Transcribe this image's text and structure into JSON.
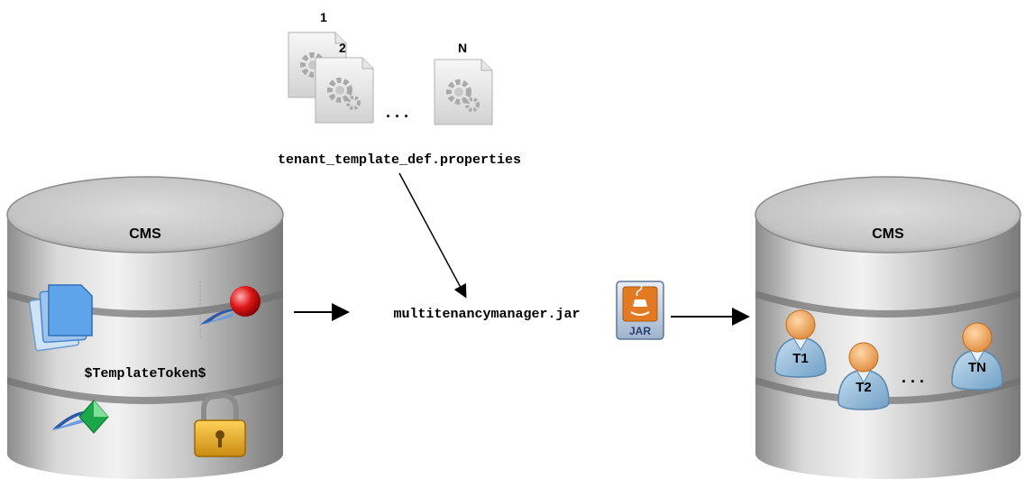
{
  "template_files": {
    "label_1": "1",
    "label_2": "2",
    "label_n": "N",
    "ellipsis": ". . .",
    "filename": "tenant_template_def.properties",
    "icon": "gear-document-icon"
  },
  "source_db": {
    "label": "CMS",
    "token": "$TemplateToken$",
    "icons": [
      "documents-icon",
      "pin-icon",
      "diamond-icon",
      "padlock-icon"
    ]
  },
  "manager": {
    "label": "multitenancymanager.jar",
    "jar_text": "JAR",
    "icon": "java-jar-icon"
  },
  "target_db": {
    "label": "CMS",
    "tenants": [
      "T1",
      "T2",
      "TN"
    ],
    "ellipsis": ". . .",
    "icon": "tenant-person-icon"
  },
  "colors": {
    "cylinder_gray": "#b8b8b8",
    "tenant_blue": "#9fc3de",
    "tenant_head": "#f0a860",
    "java_orange": "#e27a23",
    "lock_gold": "#e0a21a"
  }
}
